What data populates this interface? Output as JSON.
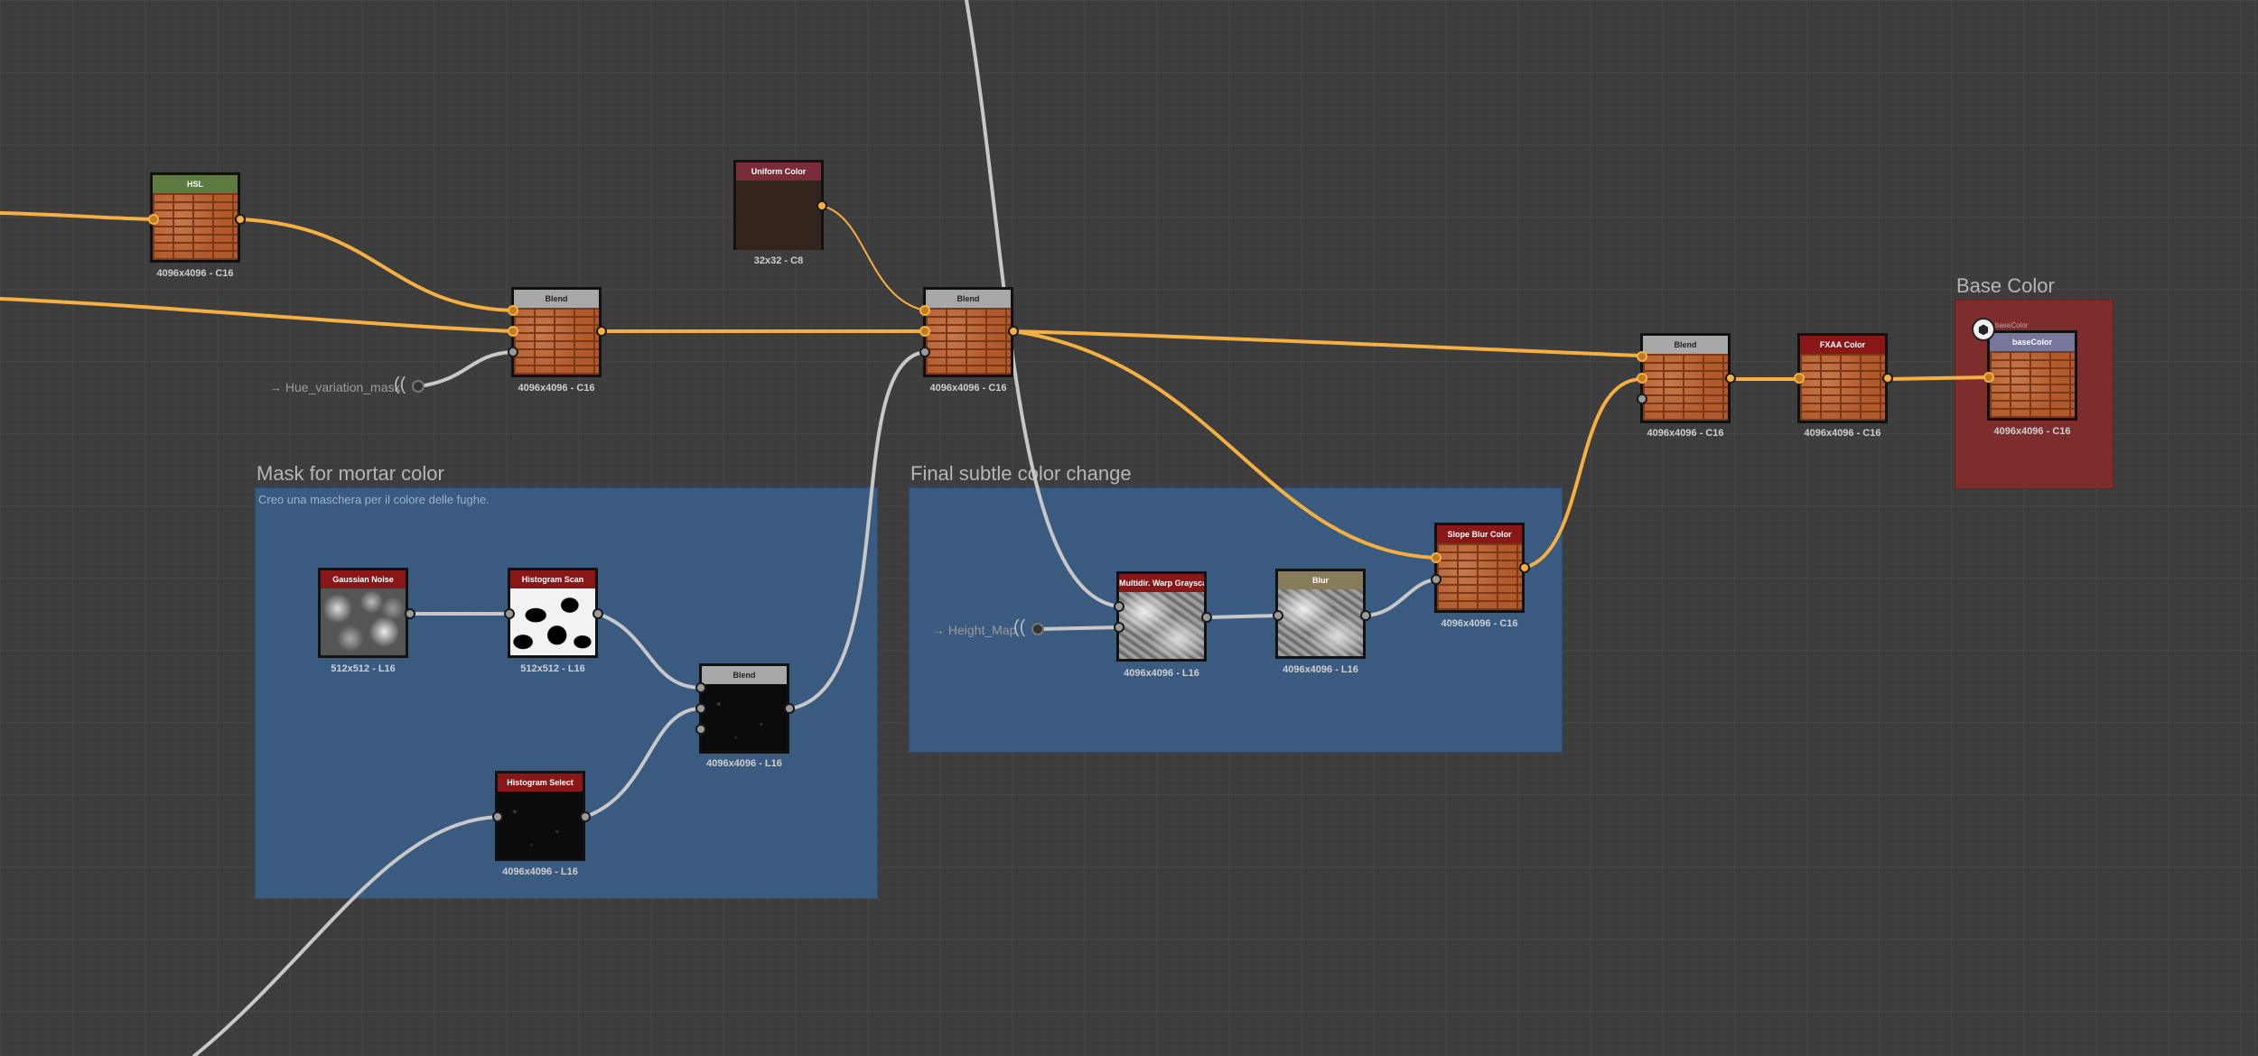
{
  "frames": {
    "mask": {
      "title": "Mask for mortar color",
      "desc": "Creo una maschera per il colore delle fughe."
    },
    "final": {
      "title": "Final subtle color change",
      "desc": ""
    },
    "base": {
      "title": "Base Color",
      "icon_label": "baseColor"
    }
  },
  "inputs": {
    "hue_mask": "→ Hue_variation_mask",
    "height_map": "→ Height_Map"
  },
  "nodes": {
    "hsl": {
      "title": "HSL",
      "res": "4096x4096 - C16"
    },
    "uniform_color": {
      "title": "Uniform Color",
      "res": "32x32 - C8"
    },
    "blend1": {
      "title": "Blend",
      "res": "4096x4096 - C16"
    },
    "blend2": {
      "title": "Blend",
      "res": "4096x4096 - C16"
    },
    "blend3": {
      "title": "Blend",
      "res": "4096x4096 - C16"
    },
    "fxaa": {
      "title": "FXAA Color",
      "res": "4096x4096 - C16"
    },
    "basecolor_out": {
      "title": "baseColor",
      "res": "4096x4096 - C16"
    },
    "gaussian": {
      "title": "Gaussian Noise",
      "res": "512x512 - L16"
    },
    "hist_scan": {
      "title": "Histogram Scan",
      "res": "512x512 - L16"
    },
    "blend_mask": {
      "title": "Blend",
      "res": "4096x4096 - L16"
    },
    "hist_select": {
      "title": "Histogram Select",
      "res": "4096x4096 - L16"
    },
    "multidir": {
      "title": "Multidir. Warp Grayscale",
      "res": "4096x4096 - L16"
    },
    "blur": {
      "title": "Blur",
      "res": "4096x4096 - L16"
    },
    "slope_blur": {
      "title": "Slope Blur Color",
      "res": "4096x4096 - C16"
    }
  },
  "colors": {
    "color_wire": "#f5b041",
    "gray_wire": "#c8c8c8",
    "mask_frame": "#3a6191",
    "base_frame": "#8c2a2a"
  }
}
